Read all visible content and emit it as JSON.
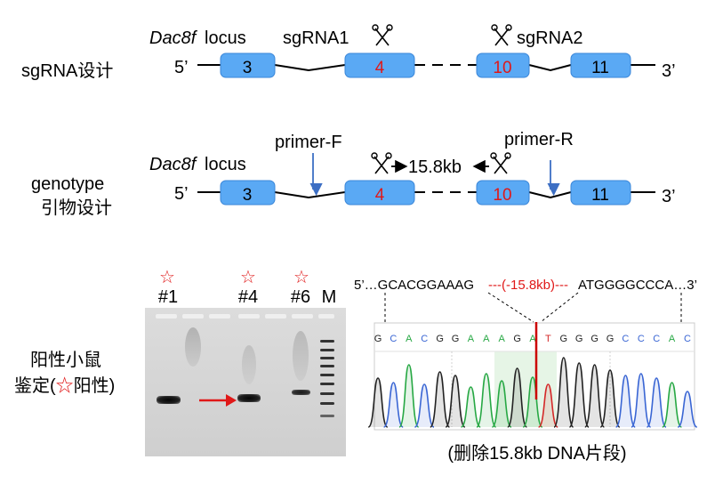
{
  "section1": {
    "left_label": "sgRNA设计",
    "locus_gene": "Dac8f",
    "locus_word": "locus",
    "sgrna1": "sgRNA1",
    "sgrna2": "sgRNA2",
    "five_prime": "5’",
    "three_prime": "3’",
    "exons": [
      "3",
      "4",
      "10",
      "11"
    ]
  },
  "section2": {
    "left_label_line1": "genotype",
    "left_label_line2": "引物设计",
    "locus_gene": "Dac8f",
    "locus_word": "locus",
    "primer_f": "primer-F",
    "primer_r": "primer-R",
    "deletion_size": "15.8kb",
    "five_prime": "5’",
    "three_prime": "3’",
    "exons": [
      "3",
      "4",
      "10",
      "11"
    ]
  },
  "gel": {
    "left_label_line1": "阳性小鼠",
    "left_label_line2_pre": "鉴定(",
    "left_label_star": "☆",
    "left_label_line2_post": "阳性)",
    "star_symbol": "☆",
    "lanes": [
      "#1",
      "#4",
      "#6",
      "M"
    ]
  },
  "sequence": {
    "top_left": "5’…GCACGGAAAG",
    "deletion": "---(-15.8kb)---",
    "top_right": "ATGGGGCCCA…3’",
    "bases": [
      "G",
      "C",
      "A",
      "C",
      "G",
      "G",
      "A",
      "A",
      "A",
      "G",
      "A",
      "T",
      "G",
      "G",
      "G",
      "G",
      "C",
      "C",
      "C",
      "A",
      "C"
    ],
    "caption": "(删除15.8kb DNA片段)"
  },
  "colors": {
    "exon_fill": "#5aa9f4",
    "exon_stroke": "#3a86d8",
    "red_text": "#e01818",
    "primer_arrow": "#3d6fc4",
    "base_A": "#27a844",
    "base_C": "#3a66d4",
    "base_G": "#222222",
    "base_T": "#d42828"
  }
}
